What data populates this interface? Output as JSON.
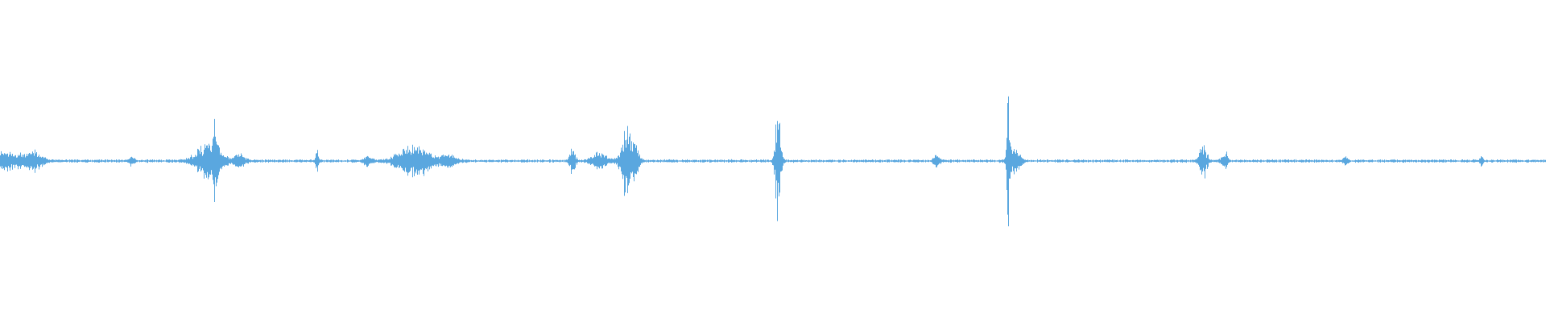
{
  "waveform": {
    "color": "#5aa7df",
    "baseline_amplitude": 0.004,
    "bursts": [
      {
        "center": 0.0,
        "spread": 0.018,
        "amplitude": 0.035
      },
      {
        "center": 0.022,
        "spread": 0.006,
        "amplitude": 0.03
      },
      {
        "center": 0.085,
        "spread": 0.002,
        "amplitude": 0.015
      },
      {
        "center": 0.135,
        "spread": 0.01,
        "amplitude": 0.06
      },
      {
        "center": 0.139,
        "spread": 0.002,
        "amplitude": 0.11
      },
      {
        "center": 0.155,
        "spread": 0.004,
        "amplitude": 0.025
      },
      {
        "center": 0.205,
        "spread": 0.001,
        "amplitude": 0.05
      },
      {
        "center": 0.238,
        "spread": 0.003,
        "amplitude": 0.02
      },
      {
        "center": 0.268,
        "spread": 0.012,
        "amplitude": 0.06
      },
      {
        "center": 0.29,
        "spread": 0.006,
        "amplitude": 0.02
      },
      {
        "center": 0.37,
        "spread": 0.002,
        "amplitude": 0.06
      },
      {
        "center": 0.388,
        "spread": 0.006,
        "amplitude": 0.035
      },
      {
        "center": 0.405,
        "spread": 0.004,
        "amplitude": 0.13
      },
      {
        "center": 0.411,
        "spread": 0.003,
        "amplitude": 0.05
      },
      {
        "center": 0.503,
        "spread": 0.002,
        "amplitude": 0.25
      },
      {
        "center": 0.606,
        "spread": 0.002,
        "amplitude": 0.03
      },
      {
        "center": 0.652,
        "spread": 0.001,
        "amplitude": 0.27
      },
      {
        "center": 0.656,
        "spread": 0.004,
        "amplitude": 0.05
      },
      {
        "center": 0.778,
        "spread": 0.003,
        "amplitude": 0.06
      },
      {
        "center": 0.792,
        "spread": 0.002,
        "amplitude": 0.04
      },
      {
        "center": 0.87,
        "spread": 0.002,
        "amplitude": 0.015
      },
      {
        "center": 0.958,
        "spread": 0.001,
        "amplitude": 0.03
      }
    ]
  }
}
